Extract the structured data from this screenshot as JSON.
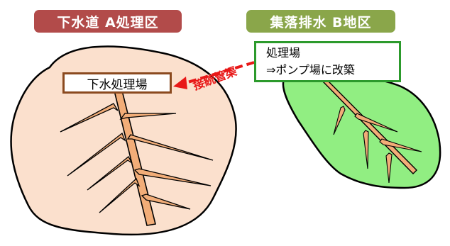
{
  "district_a": {
    "title": "下水道 A処理区",
    "plant_label": "下水処理場",
    "area_color": "#fbe0cd",
    "pipe_color": "#f2ad78",
    "title_color": "#b24b4a",
    "box_border_color": "#8b4a1f"
  },
  "district_b": {
    "title": "集落排水 B地区",
    "plant_line1": "処理場",
    "plant_line2": "⇒ポンプ場に改築",
    "area_color": "#91ee82",
    "pipe_color": "#f2ad78",
    "title_color": "#8aa64a",
    "box_border_color": "#2c9a2c"
  },
  "connection": {
    "label": "接続管渠",
    "color": "#e81818",
    "style": "dashed-arrow"
  }
}
